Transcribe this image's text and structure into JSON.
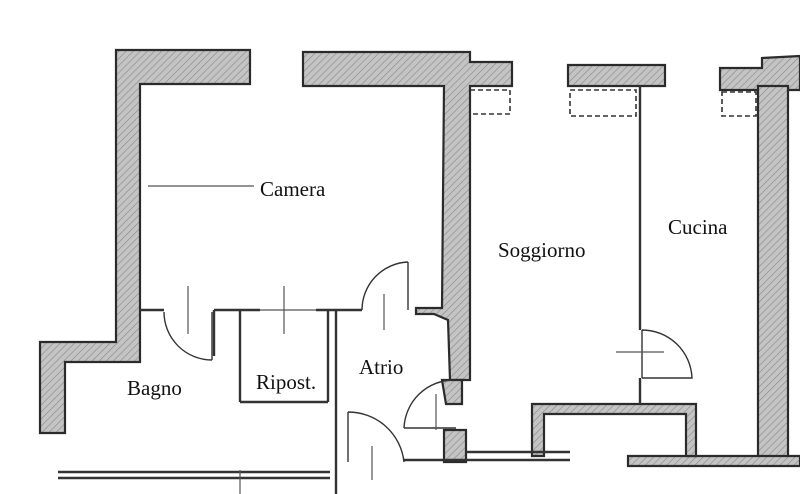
{
  "rooms": {
    "camera": "Camera",
    "soggiorno": "Soggiorno",
    "cucina": "Cucina",
    "atrio": "Atrio",
    "bagno": "Bagno",
    "ripostiglio": "Ripost."
  },
  "colors": {
    "wall_fill": "#bdbdbd",
    "wall_outline": "#2b2b2b",
    "background": "#ffffff"
  }
}
